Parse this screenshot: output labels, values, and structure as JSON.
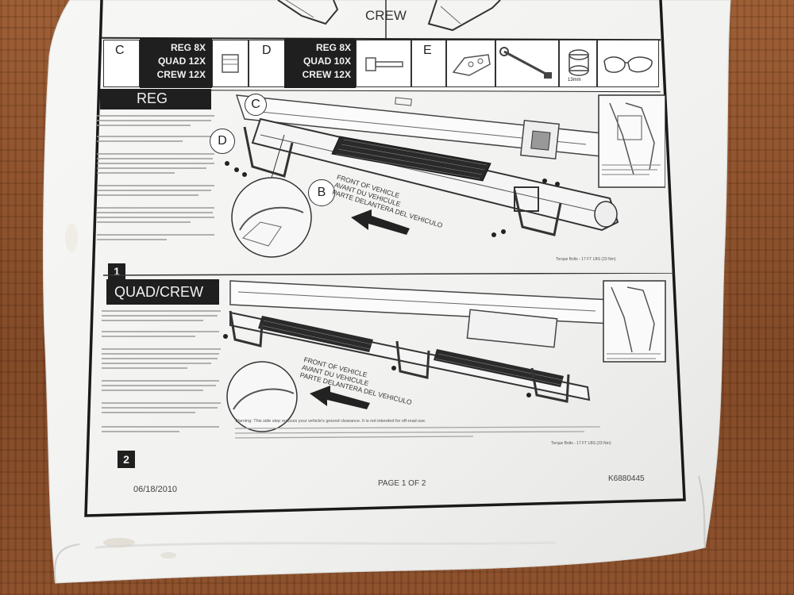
{
  "sheet": {
    "crew_label": "CREW",
    "parts": {
      "c": "C",
      "d": "D",
      "e": "E",
      "c_qty": [
        "REG 8X",
        "QUAD 12X",
        "CREW 12X"
      ],
      "d_qty": [
        "REG 8X",
        "QUAD 10X",
        "CREW 12X"
      ],
      "e_size": "13mm"
    },
    "section1": {
      "title": "REG",
      "number": "1",
      "callouts": [
        "C",
        "D",
        "B"
      ],
      "front_label": [
        "FRONT OF VEHICLE",
        "AVANT DU VEHICULE",
        "PARTE DELANTERA DEL VEHICULO"
      ],
      "torque": "Torque Bolts - 17 FT LBS (23 Nm)"
    },
    "section2": {
      "title": "QUAD/CREW",
      "number": "2",
      "front_label": [
        "FRONT OF VEHICLE",
        "AVANT DU VEHICULE",
        "PARTE DELANTERA DEL VEHICULO"
      ],
      "torque": "Torque Bolts - 17 FT LBS (23 Nm)",
      "warning": "Warning: This side step reduces your vehicle's ground clearance. It is not intended for off-road use."
    },
    "footer": {
      "date": "06/18/2010",
      "page": "PAGE 1 OF 2",
      "part_no": "K6880445"
    }
  }
}
